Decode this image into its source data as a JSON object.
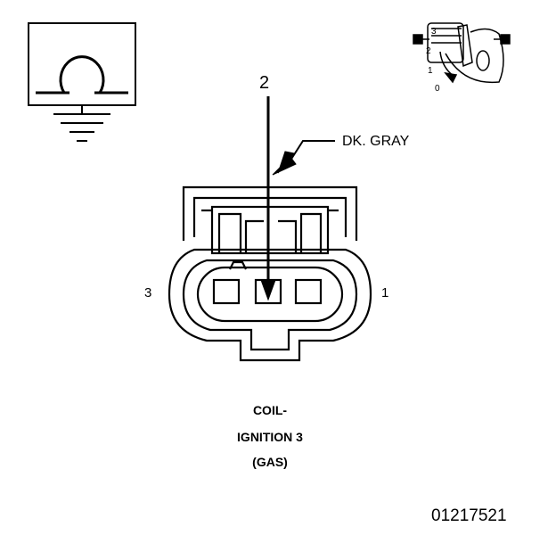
{
  "pins": {
    "top": "2",
    "left": "3",
    "right": "1"
  },
  "wire_color": "DK. GRAY",
  "caption": {
    "line1": "COIL-",
    "line2": "IGNITION 3",
    "line3": "(GAS)"
  },
  "figure_number": "01217521",
  "key_positions": {
    "p3": "3",
    "p2": "2",
    "p1": "1",
    "p0": "0"
  },
  "icons": {
    "meter": "ohmmeter-ground-icon",
    "key": "ignition-key-icon"
  },
  "colors": {
    "line": "#000000",
    "background": "#ffffff"
  }
}
